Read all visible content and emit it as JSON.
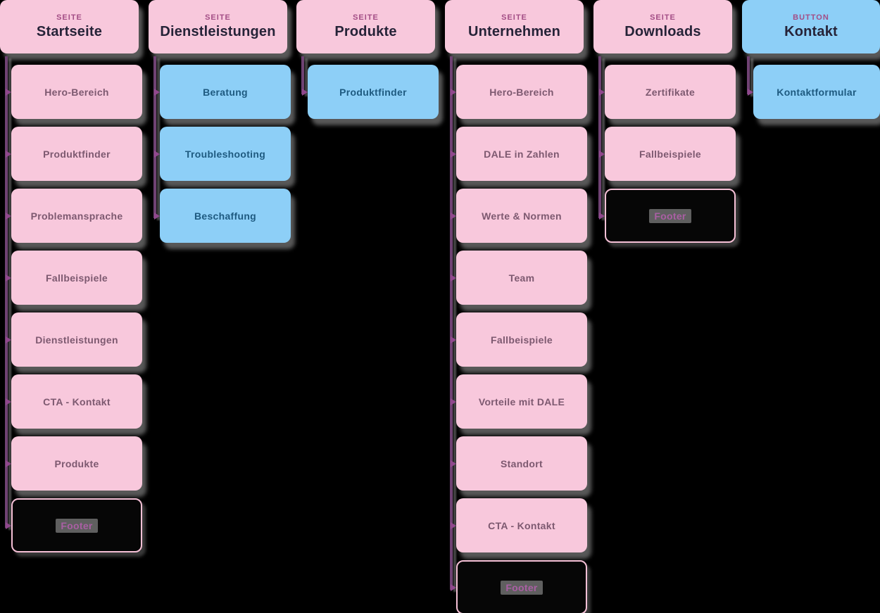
{
  "diagram": {
    "kind": "sitemap-flowchart",
    "background_color": "#000000",
    "colors": {
      "page_card": "#f8c8dc",
      "button_card": "#8dcff7",
      "dark_card": "#060606",
      "dark_card_border": "#f5c0d6",
      "type_label_text": "#a34e86",
      "title_text": "#262338",
      "pink_child_text": "#7d5970",
      "blue_child_text": "#1e5a80",
      "connector_line": "#6f4273",
      "connector_arrow": "#90488d",
      "footer_label_text": "#aa5fa4",
      "footer_label_highlight": "#5f5f5f"
    },
    "columns": [
      {
        "type_label": "SEITE",
        "title": "Startseite",
        "header_variant": "pink",
        "children": [
          {
            "label": "Hero-Bereich",
            "variant": "pink"
          },
          {
            "label": "Produktfinder",
            "variant": "pink"
          },
          {
            "label": "Problemansprache",
            "variant": "pink"
          },
          {
            "label": "Fallbeispiele",
            "variant": "pink"
          },
          {
            "label": "Dienstleistungen",
            "variant": "pink"
          },
          {
            "label": "CTA - Kontakt",
            "variant": "pink"
          },
          {
            "label": "Produkte",
            "variant": "pink"
          },
          {
            "label": "Footer",
            "variant": "dark"
          }
        ]
      },
      {
        "type_label": "SEITE",
        "title": "Dienstleistungen",
        "header_variant": "pink",
        "children": [
          {
            "label": "Beratung",
            "variant": "blue"
          },
          {
            "label": "Troubleshooting",
            "variant": "blue"
          },
          {
            "label": "Beschaffung",
            "variant": "blue"
          }
        ]
      },
      {
        "type_label": "SEITE",
        "title": "Produkte",
        "header_variant": "pink",
        "children": [
          {
            "label": "Produktfinder",
            "variant": "blue"
          }
        ]
      },
      {
        "type_label": "SEITE",
        "title": "Unternehmen",
        "header_variant": "pink",
        "children": [
          {
            "label": "Hero-Bereich",
            "variant": "pink"
          },
          {
            "label": "DALE in Zahlen",
            "variant": "pink"
          },
          {
            "label": "Werte & Normen",
            "variant": "pink"
          },
          {
            "label": "Team",
            "variant": "pink"
          },
          {
            "label": "Fallbeispiele",
            "variant": "pink"
          },
          {
            "label": "Vorteile mit DALE",
            "variant": "pink"
          },
          {
            "label": "Standort",
            "variant": "pink"
          },
          {
            "label": "CTA - Kontakt",
            "variant": "pink"
          },
          {
            "label": "Footer",
            "variant": "dark"
          }
        ]
      },
      {
        "type_label": "SEITE",
        "title": "Downloads",
        "header_variant": "pink",
        "children": [
          {
            "label": "Zertifikate",
            "variant": "pink"
          },
          {
            "label": "Fallbeispiele",
            "variant": "pink"
          },
          {
            "label": "Footer",
            "variant": "dark"
          }
        ]
      },
      {
        "type_label": "BUTTON",
        "title": "Kontakt",
        "header_variant": "blue",
        "children": [
          {
            "label": "Kontaktformular",
            "variant": "blue"
          }
        ]
      }
    ]
  }
}
